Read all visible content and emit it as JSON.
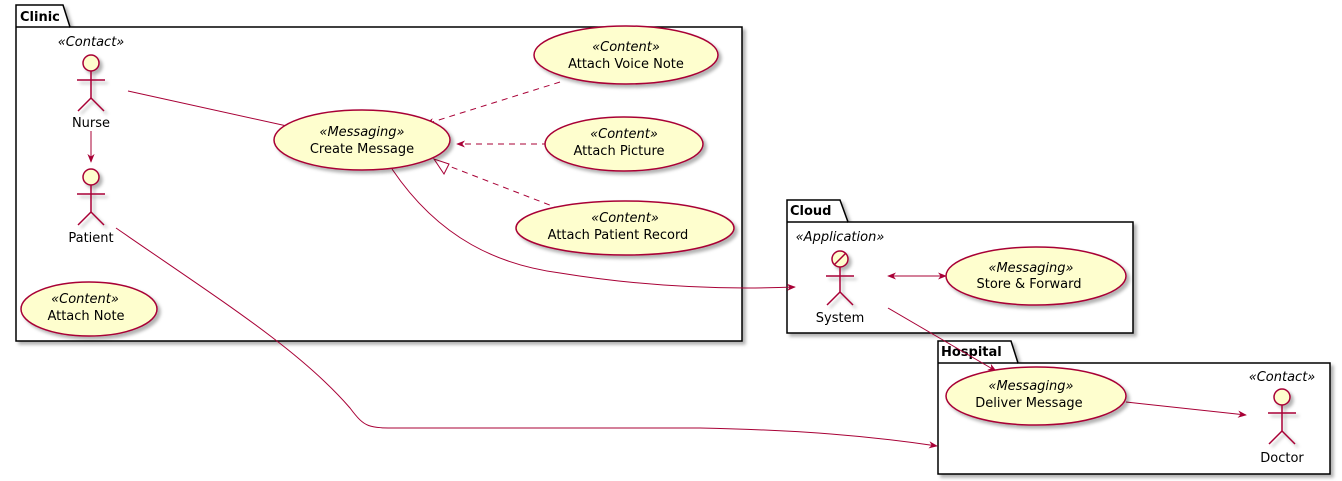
{
  "colors": {
    "usecase_fill": "#FEFECE",
    "border": "#A80036",
    "package_border": "#000000",
    "shadow": "#C8C8C8",
    "background": "#FFFFFF"
  },
  "packages": {
    "clinic": "Clinic",
    "cloud": "Cloud",
    "hospital": "Hospital"
  },
  "actors": {
    "nurse": {
      "name": "Nurse",
      "stereotype": "«Contact»"
    },
    "patient": {
      "name": "Patient",
      "stereotype": ""
    },
    "system": {
      "name": "System",
      "stereotype": "«Application»"
    },
    "doctor": {
      "name": "Doctor",
      "stereotype": "«Contact»"
    }
  },
  "usecases": {
    "voice": {
      "name": "Attach Voice Note",
      "stereotype": "«Content»"
    },
    "create": {
      "name": "Create Message",
      "stereotype": "«Messaging»"
    },
    "picture": {
      "name": "Attach Picture",
      "stereotype": "«Content»"
    },
    "record": {
      "name": "Attach Patient Record",
      "stereotype": "«Content»"
    },
    "note": {
      "name": "Attach Note",
      "stereotype": "«Content»"
    },
    "store": {
      "name": "Store & Forward",
      "stereotype": "«Messaging»"
    },
    "deliver": {
      "name": "Deliver Message",
      "stereotype": "«Messaging»"
    }
  }
}
